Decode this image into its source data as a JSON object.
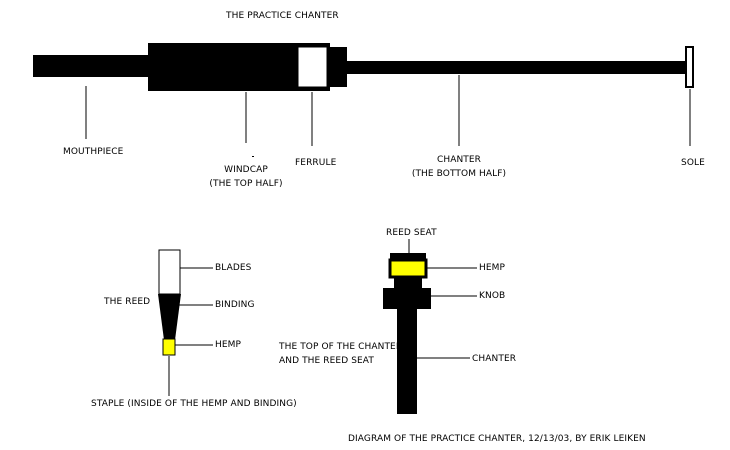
{
  "title": "THE PRACTICE CHANTER",
  "main_labels": {
    "mouthpiece": "MOUTHPIECE",
    "windcap": [
      "WINDCAP",
      "(THE TOP HALF)"
    ],
    "ferrule": "FERRULE",
    "chanter": [
      "CHANTER",
      "(THE BOTTOM HALF)"
    ],
    "sole": "SOLE"
  },
  "reed": {
    "title": "THE REED",
    "blades": "BLADES",
    "binding": "BINDING",
    "hemp": "HEMP",
    "staple": "STAPLE (INSIDE OF THE HEMP AND BINDING)"
  },
  "reed_seat": {
    "top_label": "REED SEAT",
    "hemp": "HEMP",
    "knob": "KNOB",
    "chanter": "CHANTER",
    "description": [
      "THE TOP OF THE CHANTER",
      "AND THE REED SEAT"
    ]
  },
  "footer": "DIAGRAM OF THE PRACTICE CHANTER, 12/13/03, BY ERIK LEIKEN",
  "colors": {
    "ink": "#000000",
    "hemp": "#ffff00",
    "paper": "#ffffff"
  }
}
